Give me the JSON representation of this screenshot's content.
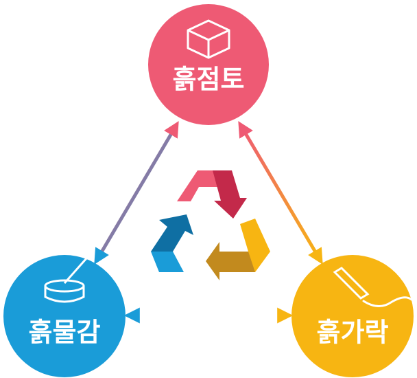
{
  "nodes": {
    "top": {
      "label": "흙점토",
      "color": "#EE5A74",
      "icon": "cube-icon"
    },
    "left": {
      "label": "흙물감",
      "color": "#1A9CD8",
      "icon": "paint-dish-icon"
    },
    "right": {
      "label": "흙가락",
      "color": "#F7B512",
      "icon": "chalk-stick-icon"
    }
  },
  "center_icon": "recycle-icon",
  "edges": [
    {
      "from": "top",
      "to": "left",
      "direction": "bidirectional"
    },
    {
      "from": "top",
      "to": "right",
      "direction": "bidirectional"
    },
    {
      "from": "left",
      "to": "right",
      "direction": "bidirectional"
    }
  ],
  "colors": {
    "pink": "#EE5A74",
    "blue": "#1A9CD8",
    "yellow": "#F7B512",
    "dark_pink": "#C3294A",
    "dark_blue": "#0F6FA3",
    "dark_yellow": "#C28A1E"
  }
}
